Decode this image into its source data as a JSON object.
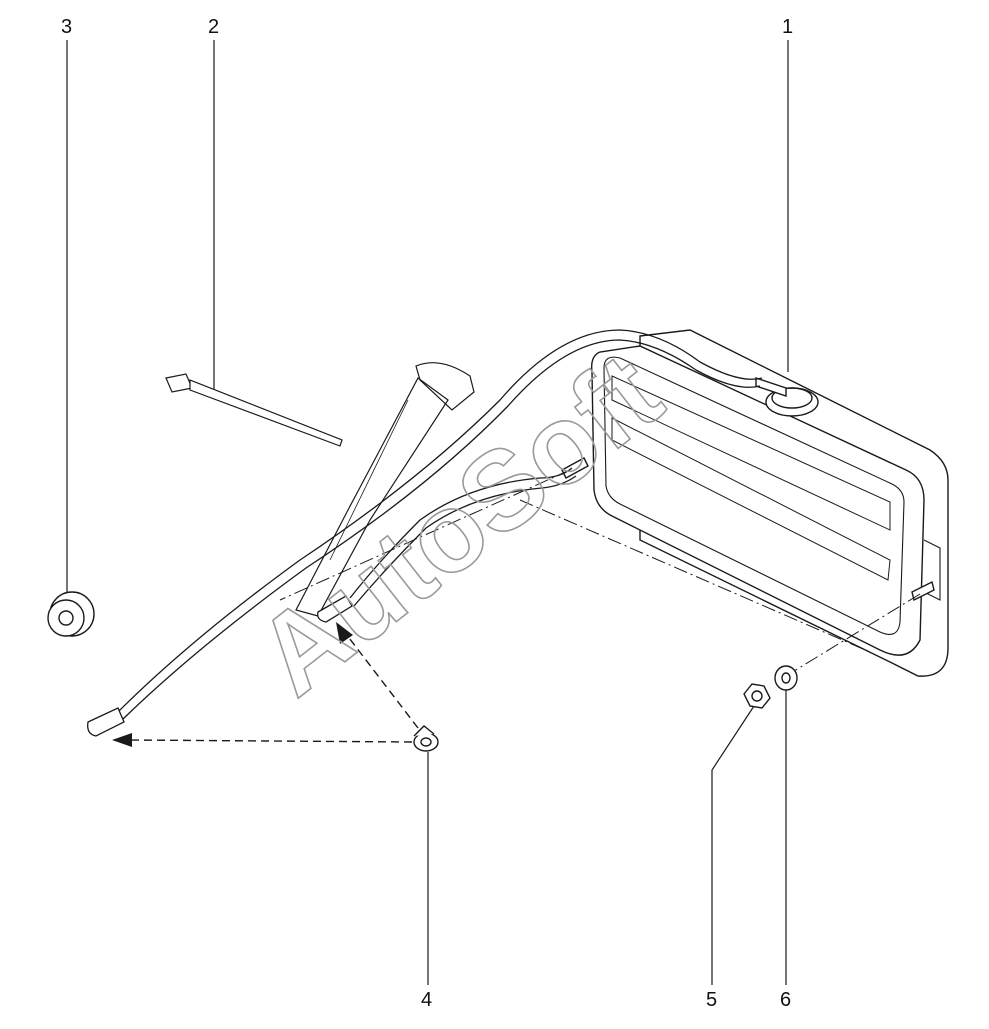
{
  "diagram": {
    "callouts": [
      {
        "id": "1",
        "label": "1"
      },
      {
        "id": "2",
        "label": "2"
      },
      {
        "id": "3",
        "label": "3"
      },
      {
        "id": "4",
        "label": "4"
      },
      {
        "id": "5",
        "label": "5"
      },
      {
        "id": "6",
        "label": "6"
      }
    ],
    "watermark": "AutoSoft",
    "colors": {
      "line": "#1a1a1a",
      "watermark_stroke": "#9a9a9a",
      "background": "#ffffff"
    }
  }
}
